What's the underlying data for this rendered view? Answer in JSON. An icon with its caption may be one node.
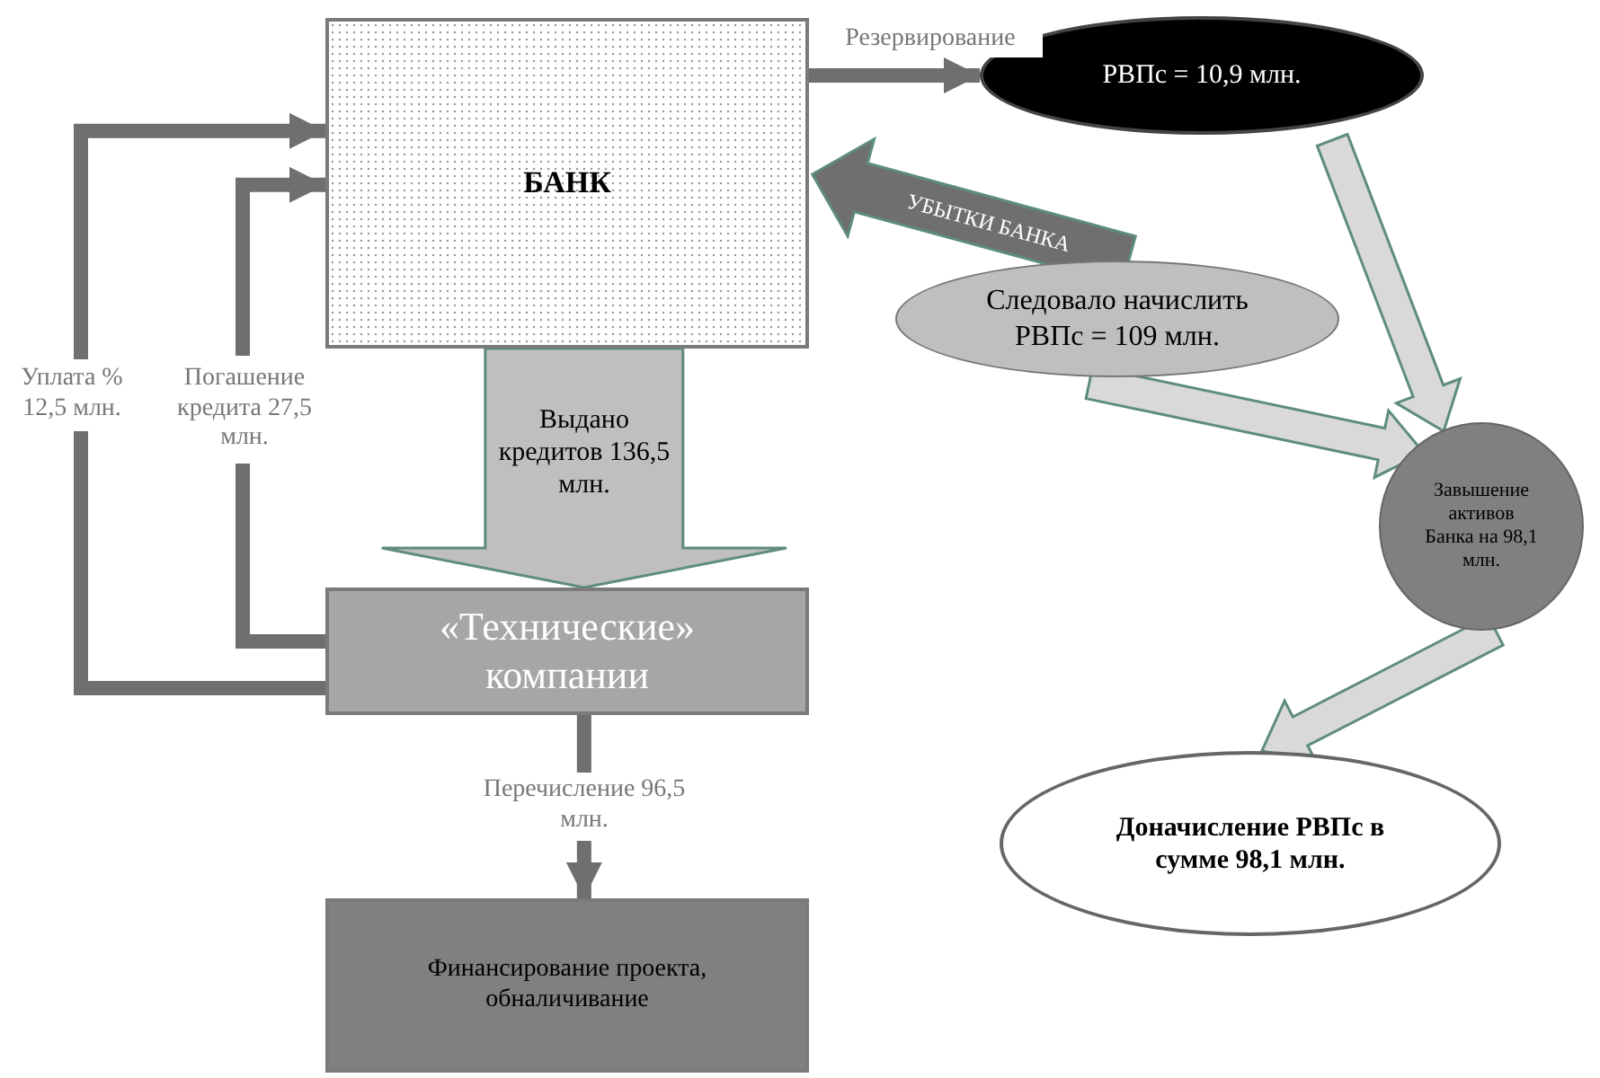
{
  "diagram": {
    "nodes": [
      {
        "text": [
          "БАНК"
        ]
      },
      {
        "text": [
          "«Технические» компании"
        ]
      },
      {
        "text": [
          "Финансирование проекта, обналичивание"
        ]
      },
      {
        "text": [
          "РВПс = 10,9 млн."
        ]
      },
      {
        "text": [
          "Следовало начислить РВПс = 109 млн."
        ]
      },
      {
        "text": [
          "Завышение активов Банка на 98,1 млн."
        ]
      },
      {
        "text": [
          "Доначисление РВПс в сумме 98,1 млн."
        ]
      }
    ],
    "edges": [
      {
        "from": 0,
        "to": 1,
        "arrow": "to",
        "label": "Выдано кредитов 136,5 млн.",
        "style": "thick",
        "color": "#bfbfbf"
      },
      {
        "from": 1,
        "to": 0,
        "arrow": "to",
        "label": "Уплата % 12,5 млн."
      },
      {
        "from": 1,
        "to": 0,
        "arrow": "to",
        "label": "Погашение кредита 27,5 млн."
      },
      {
        "from": 1,
        "to": 2,
        "arrow": "to",
        "label": "Перечисление 96,5 млн."
      },
      {
        "from": 0,
        "to": 3,
        "arrow": "to",
        "label": "Резервирование"
      },
      {
        "from": 4,
        "to": 0,
        "arrow": "to",
        "label": "УБЫТКИ БАНКА",
        "style": "thick"
      },
      {
        "from": 3,
        "to": 5,
        "arrow": "to",
        "style": "thick",
        "color": "#d9d9d9"
      },
      {
        "from": 4,
        "to": 5,
        "arrow": "to",
        "style": "thick",
        "color": "#d9d9d9"
      },
      {
        "from": 5,
        "to": 6,
        "arrow": "to",
        "style": "thick",
        "color": "#d9d9d9"
      }
    ]
  }
}
